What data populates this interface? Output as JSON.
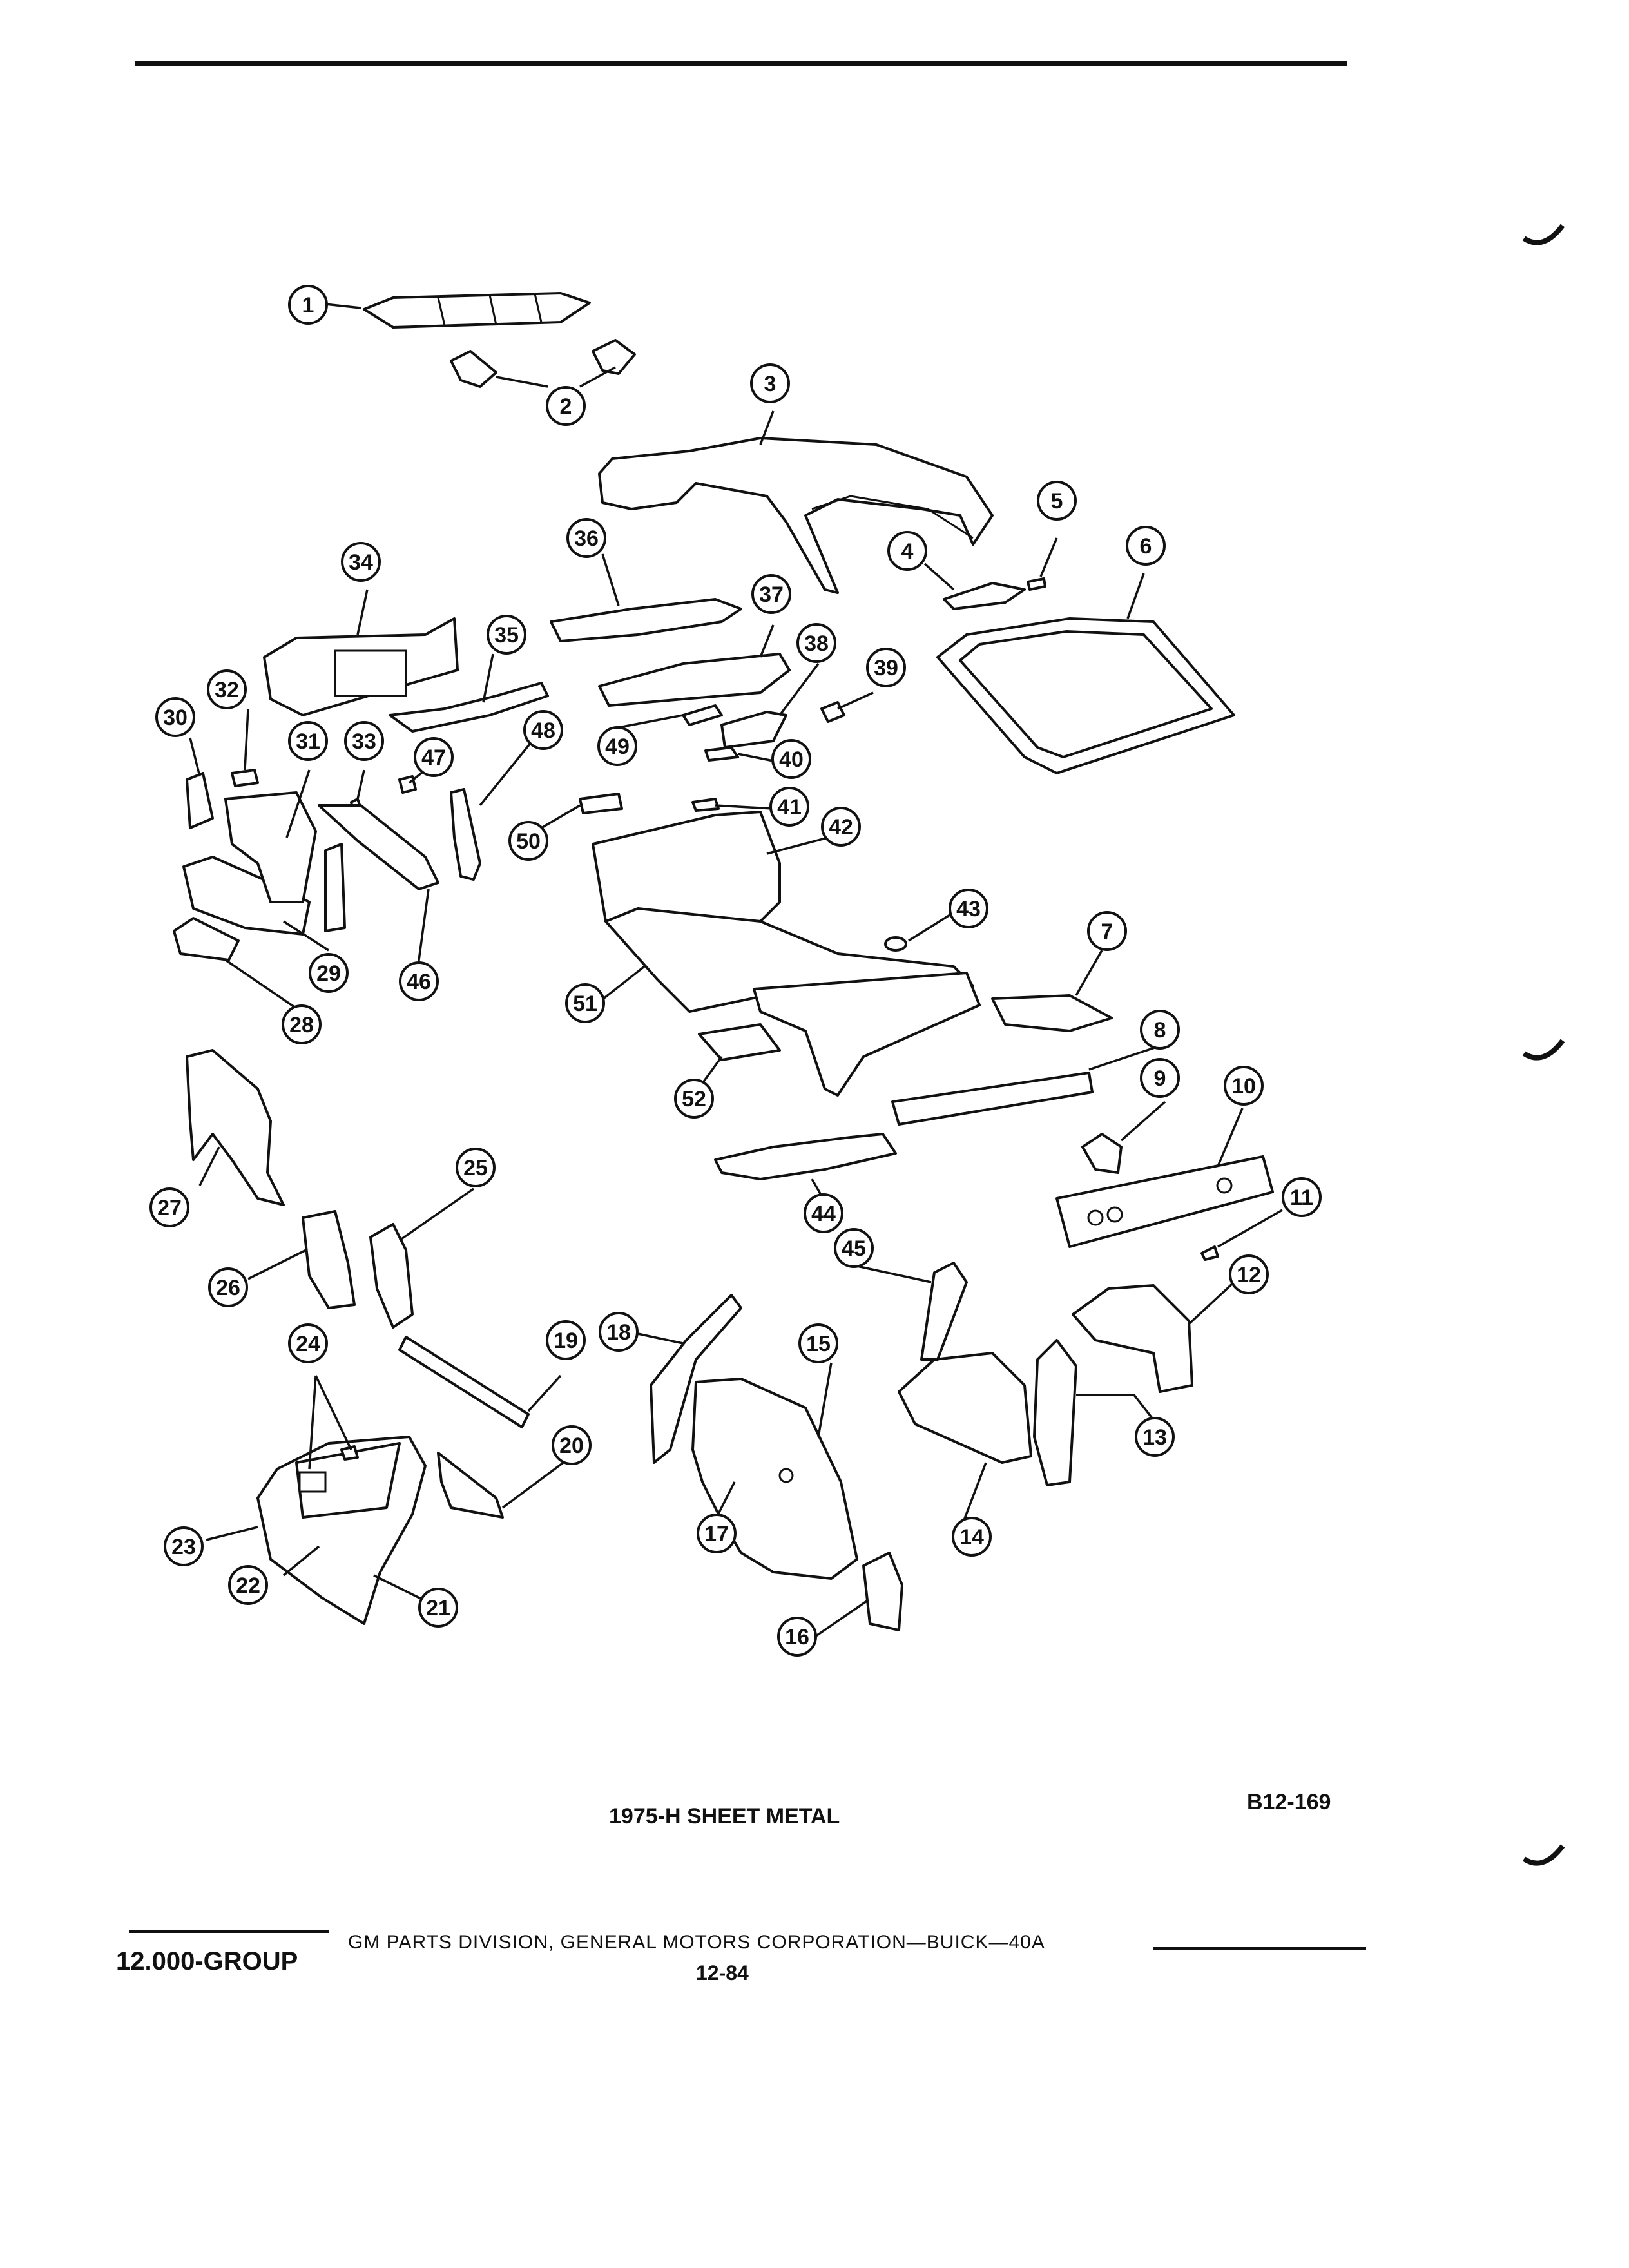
{
  "caption": "1975-H SHEET METAL",
  "figure_code": "B12-169",
  "footer": {
    "group": "12.000-GROUP",
    "division": "GM PARTS DIVISION, GENERAL MOTORS CORPORATION—BUICK—40A",
    "page_number": "12-84"
  },
  "callouts": [
    "1",
    "2",
    "3",
    "4",
    "5",
    "6",
    "7",
    "8",
    "9",
    "10",
    "11",
    "12",
    "13",
    "14",
    "15",
    "16",
    "17",
    "18",
    "19",
    "20",
    "21",
    "22",
    "23",
    "24",
    "25",
    "26",
    "27",
    "28",
    "29",
    "30",
    "31",
    "32",
    "33",
    "34",
    "35",
    "36",
    "37",
    "38",
    "39",
    "40",
    "41",
    "42",
    "43",
    "44",
    "45",
    "46",
    "47",
    "48",
    "49",
    "50",
    "51",
    "52"
  ]
}
